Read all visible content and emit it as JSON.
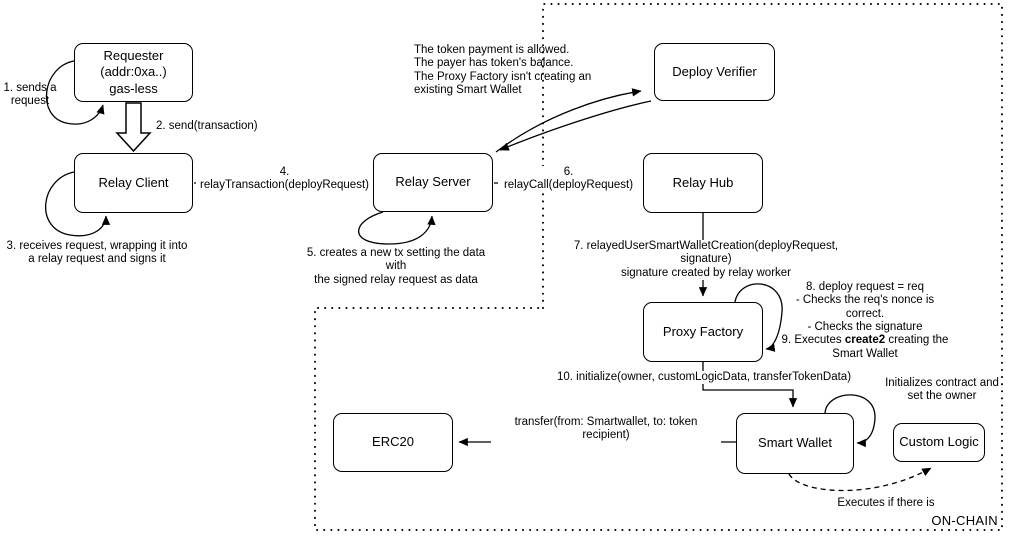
{
  "colors": {
    "line": "#000000",
    "background": "#ffffff"
  },
  "nodes": {
    "requester": "Requester\n(addr:0xa..)\ngas-less",
    "relay_client": "Relay Client",
    "relay_server": "Relay Server",
    "deploy_verifier": "Deploy Verifier",
    "relay_hub": "Relay Hub",
    "proxy_factory": "Proxy Factory",
    "smart_wallet": "Smart Wallet",
    "custom_logic": "Custom Logic",
    "erc20": "ERC20"
  },
  "labels": {
    "step1": "1. sends a\nrequest",
    "step2": "2. send(transaction)",
    "step3": "3. receives request, wrapping it into\na relay request and signs it",
    "step4": "4. relayTransaction(deployRequest)",
    "step5": "5. creates a new tx setting the data with\nthe signed relay request as data",
    "step6": "6. relayCall(deployRequest)",
    "step7": "7. relayedUserSmartWalletCreation(deployRequest, signature)\nsignature created by relay worker",
    "verifier_checks": "The token payment is allowed.\nThe payer has token's balance.\nThe Proxy Factory isn't creating an\nexisting Smart Wallet",
    "steps8_9_part1": "8. deploy request = req\n- Checks the req's nonce is correct.\n- Checks the signature\n9. Executes ",
    "steps8_9_bold": "create2",
    "steps8_9_part2": " creating the\nSmart Wallet",
    "step10": "10. initialize(owner, customLogicData, transferTokenData)",
    "initializes_note": "Initializes contract and\nset the owner",
    "transfer": "transfer(from: Smartwallet, to: token recipient)",
    "executes_note": "Executes if there is",
    "on_chain": "ON-CHAIN"
  }
}
